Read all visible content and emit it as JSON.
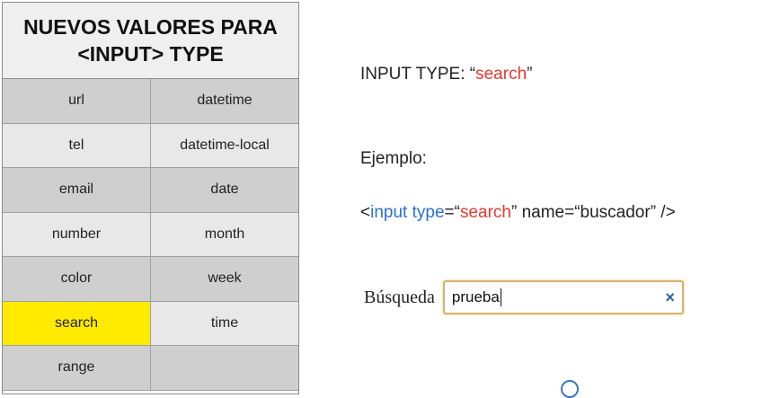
{
  "table": {
    "title_line1": "NUEVOS VALORES PARA",
    "title_line2": "<INPUT> TYPE",
    "rows": [
      [
        "url",
        "datetime"
      ],
      [
        "tel",
        "datetime-local"
      ],
      [
        "email",
        "date"
      ],
      [
        "number",
        "month"
      ],
      [
        "color",
        "week"
      ],
      [
        "search",
        "time"
      ],
      [
        "range",
        ""
      ]
    ],
    "highlighted": "search",
    "highlight_color": "#ffea00"
  },
  "content": {
    "type_prefix": "INPUT TYPE: “",
    "type_value": "search",
    "type_suffix": "”",
    "example_label": "Ejemplo:",
    "code": {
      "open": "<",
      "tag": "input",
      "attr1": "type",
      "eq1": "=“",
      "val1": "search",
      "close1": "”  name=“buscador” />"
    }
  },
  "demo": {
    "label": "Búsqueda",
    "value": "prueba",
    "clear_icon": "×"
  },
  "colors": {
    "red": "#e03a2f",
    "blue": "#2a6fd6"
  }
}
